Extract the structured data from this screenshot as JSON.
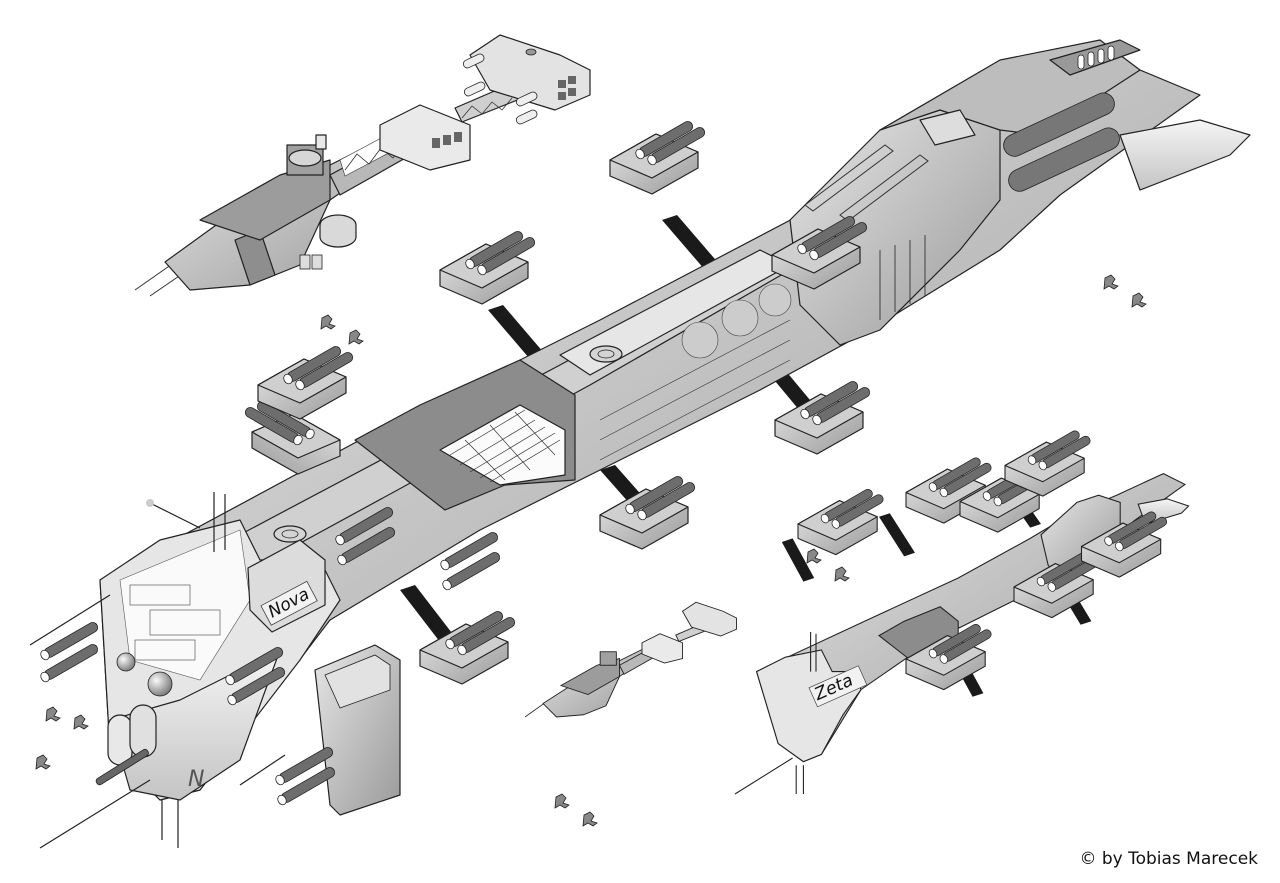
{
  "illustration": {
    "subject": "Isometric cutaway spaceship illustrations",
    "ships": [
      {
        "id": "nova",
        "hull_label": "Nova",
        "role": "large battleship"
      },
      {
        "id": "zeta",
        "hull_label": "Zeta",
        "role": "smaller battleship"
      },
      {
        "id": "frigate-large",
        "hull_label": "",
        "role": "truss frigate"
      },
      {
        "id": "frigate-small",
        "hull_label": "",
        "role": "truss frigate"
      }
    ],
    "fighter_groups": 6
  },
  "credit": {
    "text": "© by Tobias Marecek"
  },
  "colors": {
    "background": "#ffffff",
    "hull_light": "#d9d9d9",
    "hull_mid": "#a8a8a8",
    "hull_dark": "#6e6e6e",
    "struts": "#1a1a1a"
  }
}
